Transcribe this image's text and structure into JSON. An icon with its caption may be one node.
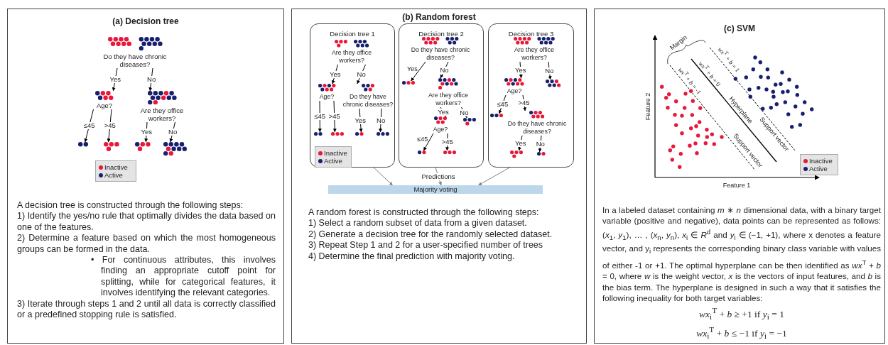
{
  "diagram": {
    "nodes": [
      {
        "text": [
          "(a) Decision tree",
          "A decision tree is constructed through the following steps:",
          "1) Identify the yes/no rule that optimally divides the data based on one of the features.",
          "2) Determine a feature based on which the most homogeneous groups can be formed in the data.",
          "• For continuous attributes, this involves finding an appropriate cutoff point for splitting, while for categorical features, it involves identifying the relevant categories.",
          "3) Iterate through steps 1 and 2 until all data is correctly classified or a predefined stopping rule is satisfied."
        ]
      },
      {
        "text": [
          "Do they have chronic diseases?"
        ],
        "in": 0
      },
      {
        "text": [
          "Age?"
        ],
        "in": 0
      },
      {
        "text": [
          "Are they office workers?"
        ],
        "in": 0
      },
      {
        "text": [],
        "shape": "picture",
        "in": 0
      },
      {
        "text": [],
        "shape": "picture",
        "in": 0
      },
      {
        "text": [],
        "shape": "picture",
        "in": 0
      },
      {
        "text": [],
        "shape": "picture",
        "in": 0
      },
      {
        "text": [
          "(b) Random forest",
          "A random forest is constructed through the following steps:",
          "1) Select a random subset of data from a given dataset.",
          "2) Generate a decision tree for the randomly selected dataset.",
          "3) Repeat Step 1 and 2 for a user-specified number of trees",
          "4) Determine the final prediction with majority voting."
        ]
      },
      {
        "text": [
          "Decision tree 1"
        ],
        "in": 8
      },
      {
        "text": [
          "Are they office workers?"
        ],
        "in": 9
      },
      {
        "text": [
          "Age?"
        ],
        "in": 9
      },
      {
        "text": [
          "Do they have chronic diseases?"
        ],
        "in": 9
      },
      {
        "text": [],
        "shape": "picture",
        "in": 9
      },
      {
        "text": [],
        "shape": "picture",
        "in": 9
      },
      {
        "text": [],
        "shape": "picture",
        "in": 9
      },
      {
        "text": [],
        "shape": "picture",
        "in": 9
      },
      {
        "text": [
          "Decision tree 2"
        ],
        "in": 8
      },
      {
        "text": [
          "Do they have chronic diseases?"
        ],
        "in": 17
      },
      {
        "text": [],
        "shape": "picture",
        "in": 17
      },
      {
        "text": [
          "Are they office workers?"
        ],
        "in": 17
      },
      {
        "text": [
          "Age?"
        ],
        "in": 17
      },
      {
        "text": [],
        "shape": "picture",
        "in": 17
      },
      {
        "text": [],
        "shape": "picture",
        "in": 17
      },
      {
        "text": [],
        "shape": "picture",
        "in": 17
      },
      {
        "text": [
          "Decision tree 3"
        ],
        "in": 8
      },
      {
        "text": [
          "Are they office workers?"
        ],
        "in": 25
      },
      {
        "text": [
          "Age?"
        ],
        "in": 25
      },
      {
        "text": [],
        "shape": "picture",
        "in": 25
      },
      {
        "text": [],
        "shape": "picture",
        "in": 25
      },
      {
        "text": [
          "Do they have chronic diseases?"
        ],
        "in": 25
      },
      {
        "text": [],
        "shape": "picture",
        "in": 25
      },
      {
        "text": [],
        "shape": "picture",
        "in": 25
      },
      {
        "text": [
          "Majority voting"
        ],
        "in": 8
      },
      {
        "text": [
          "(c) SVM",
          "In a labeled dataset containing *m* ∗ *n* dimensional data, with a binary target variable (positive and negative), data points can be represented as follows: (*x*$_{1}$, *y*$_{1}$), … , (*x*$_{n}$, *y*$_{n}$), *x*$_{i}$ ∈ *R*$^{d}$ and *y*$_{i}$ ∈ (−1, +1), where x denotes a feature vector, and y$_{i}$ represents the corresponding binary class variable with values of either -1 or +1. The optimal hyperplane can be then identified as *wx*$^{T}$ + *b* = 0, where *w* is the weight vector, *x* is the vectors of input features, and *b* is the bias term. The hyperplane is designed in such a way that it satisfies the following inequality for both target variables:",
          "*wx*$_{i}$$^{T}$ + *b* ≥ +1 if *y*$_{i}$ = 1",
          "*wx*$_{i}$$^{T}$ + *b* ≤ −1 if *y*$_{i}$ = −1"
        ]
      }
    ],
    "edges": [
      {
        "from": 1,
        "to": 2,
        "arrow": "to",
        "label": "Yes"
      },
      {
        "from": 1,
        "to": 3,
        "arrow": "to",
        "label": "No"
      },
      {
        "from": 2,
        "to": 4,
        "arrow": "to",
        "label": "≤45"
      },
      {
        "from": 2,
        "to": 5,
        "arrow": "to",
        "label": ">45"
      },
      {
        "from": 3,
        "to": 6,
        "arrow": "to",
        "label": "Yes"
      },
      {
        "from": 3,
        "to": 7,
        "arrow": "to",
        "label": "No"
      },
      {
        "from": 10,
        "to": 11,
        "arrow": "to",
        "label": "Yes"
      },
      {
        "from": 10,
        "to": 12,
        "arrow": "to",
        "label": "No"
      },
      {
        "from": 11,
        "to": 13,
        "arrow": "to",
        "label": "≤45"
      },
      {
        "from": 11,
        "to": 14,
        "arrow": "to",
        "label": ">45"
      },
      {
        "from": 12,
        "to": 15,
        "arrow": "to",
        "label": "Yes"
      },
      {
        "from": 12,
        "to": 16,
        "arrow": "to",
        "label": "No"
      },
      {
        "from": 18,
        "to": 19,
        "arrow": "to",
        "label": "Yes"
      },
      {
        "from": 18,
        "to": 20,
        "arrow": "to",
        "label": "No"
      },
      {
        "from": 20,
        "to": 21,
        "arrow": "to",
        "label": "Yes"
      },
      {
        "from": 20,
        "to": 22,
        "arrow": "to",
        "label": "No"
      },
      {
        "from": 21,
        "to": 23,
        "arrow": "to",
        "label": "≤45"
      },
      {
        "from": 21,
        "to": 24,
        "arrow": "to",
        "label": ">45"
      },
      {
        "from": 26,
        "to": 27,
        "arrow": "to",
        "label": "Yes"
      },
      {
        "from": 26,
        "to": 28,
        "arrow": "to",
        "label": "No"
      },
      {
        "from": 27,
        "to": 29,
        "arrow": "to",
        "label": "≤45"
      },
      {
        "from": 27,
        "to": 30,
        "arrow": "to",
        "label": ">45"
      },
      {
        "from": 30,
        "to": 31,
        "arrow": "to",
        "label": "Yes"
      },
      {
        "from": 30,
        "to": 32,
        "arrow": "to",
        "label": "No"
      },
      {
        "from": 9,
        "to": 33,
        "arrow": "to",
        "color": "#808080"
      },
      {
        "from": 17,
        "to": 33,
        "arrow": "to",
        "label": "Predictions",
        "color": "#808080"
      },
      {
        "from": 25,
        "to": 33,
        "arrow": "to",
        "color": "#808080"
      }
    ],
    "labels": [
      "Margin",
      "*wx*$^{T}$ + *b* = 1",
      "*wx*$^{T}$ + *b* = 0",
      "*wx*$^{T}$ + *b* = -1",
      "Hyperplane",
      "Support vector",
      "Support vector",
      "Feature 2",
      "Feature 1"
    ],
    "legend": [
      {
        "text": "Inactive",
        "color": "#e8183a"
      },
      {
        "text": "Active",
        "color": "#17206e"
      },
      {
        "text": "Inactive",
        "color": "#e8183a"
      },
      {
        "text": "Active",
        "color": "#17206e"
      },
      {
        "text": "Inactive",
        "color": "#e8183a"
      },
      {
        "text": "Active",
        "color": "#17206e"
      }
    ]
  }
}
